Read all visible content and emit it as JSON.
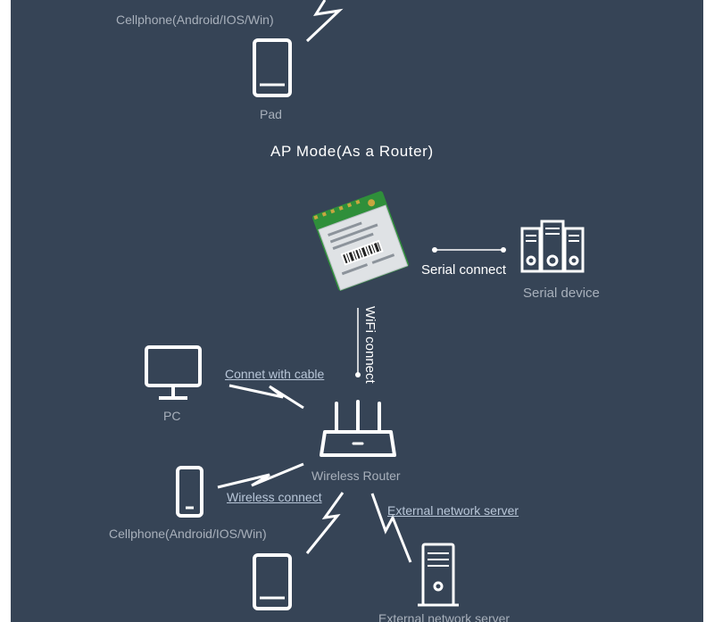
{
  "diagram": {
    "title": "AP Mode(As a Router)",
    "top_section": {
      "cellphone_label": "Cellphone(Android/IOS/Win)",
      "pad_label": "Pad"
    },
    "module": {
      "serial_link_label": "Serial connect",
      "serial_device_label": "Serial device",
      "wifi_link_label": "WiFi connect"
    },
    "router_label": "Wireless Router",
    "pc": {
      "label": "PC",
      "link_label": "Connet with cable"
    },
    "cellphone": {
      "label": "Cellphone(Android/IOS/Win)",
      "link_label": "Wireless connect"
    },
    "server": {
      "link_label": "External network server",
      "label": "External network server"
    }
  },
  "colors": {
    "background": "#364456",
    "line": "#ffffff",
    "muted_text": "#a8b0bb",
    "link_text": "#b8c6d8",
    "module_green": "#2f8f3a",
    "module_shield": "#e6e8ea"
  }
}
